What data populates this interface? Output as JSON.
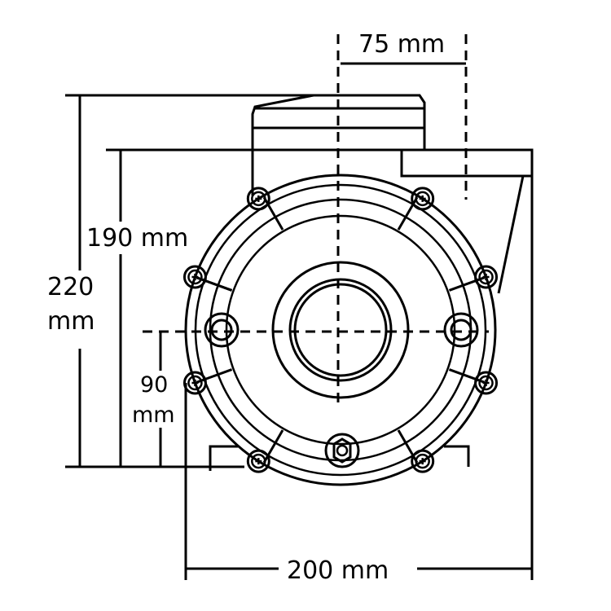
{
  "dimensions": {
    "top_offset": "75 mm",
    "height_inner": "190 mm",
    "height_total_line1": "220",
    "height_total_line2": "mm",
    "axis_height_line1": "90",
    "axis_height_line2": "mm",
    "width": "200 mm"
  },
  "colors": {
    "line": "#000000",
    "background": "#ffffff"
  }
}
